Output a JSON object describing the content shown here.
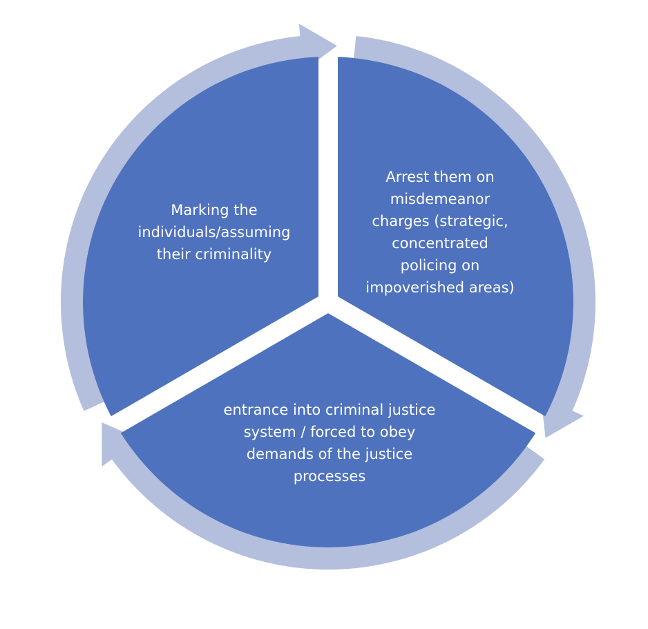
{
  "diagram": {
    "type": "cycle",
    "colors": {
      "segment": "#4E72BE",
      "arrow": "#B4BEDD",
      "text": "#FFFFFF"
    },
    "stages": [
      {
        "lines": [
          "Marking the",
          "individuals/assuming",
          "their criminality"
        ]
      },
      {
        "lines": [
          "Arrest them on",
          "misdemeanor",
          "charges (strategic,",
          "concentrated",
          "policing on",
          "impoverished areas)"
        ]
      },
      {
        "lines": [
          "entrance into criminal justice",
          "system / forced to obey",
          "demands of the justice",
          "processes"
        ]
      }
    ]
  }
}
